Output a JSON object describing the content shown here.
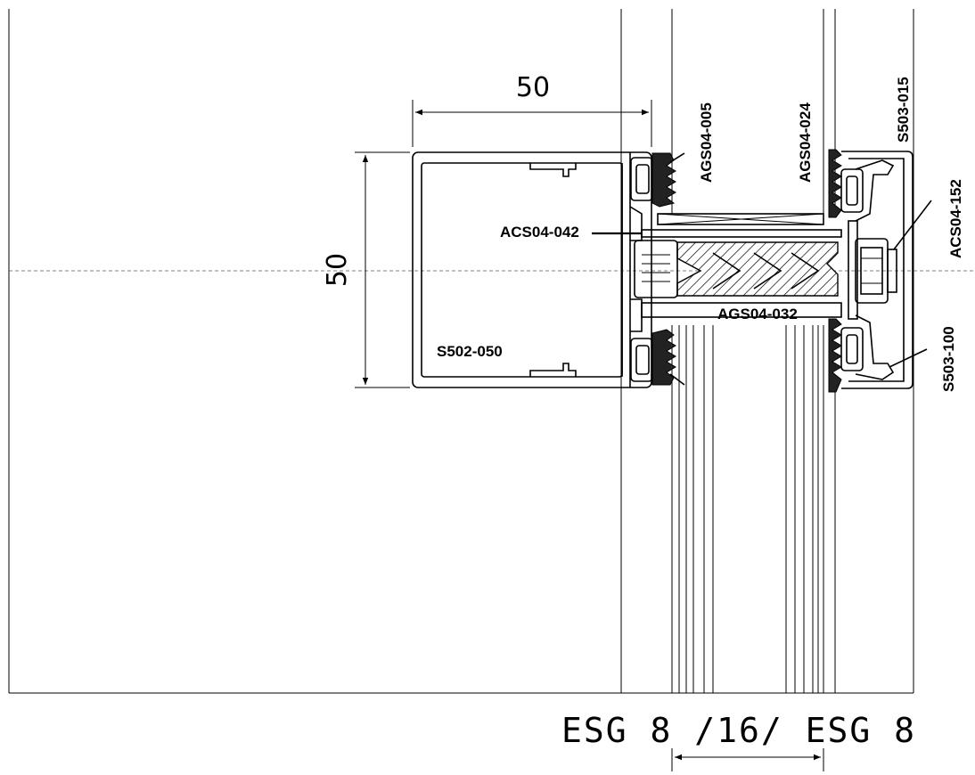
{
  "dimensions": {
    "width_label": "50",
    "height_label": "50"
  },
  "labels": {
    "ags04_005": "AGS04-005",
    "ags04_024": "AGS04-024",
    "s503_015": "S503-015",
    "acs04_152": "ACS04-152",
    "acs04_042": "ACS04-042",
    "ags04_032": "AGS04-032",
    "s502_050": "S502-050",
    "s503_100": "S503-100"
  },
  "glazing": {
    "spec": "ESG 8 /16/ ESG 8"
  }
}
